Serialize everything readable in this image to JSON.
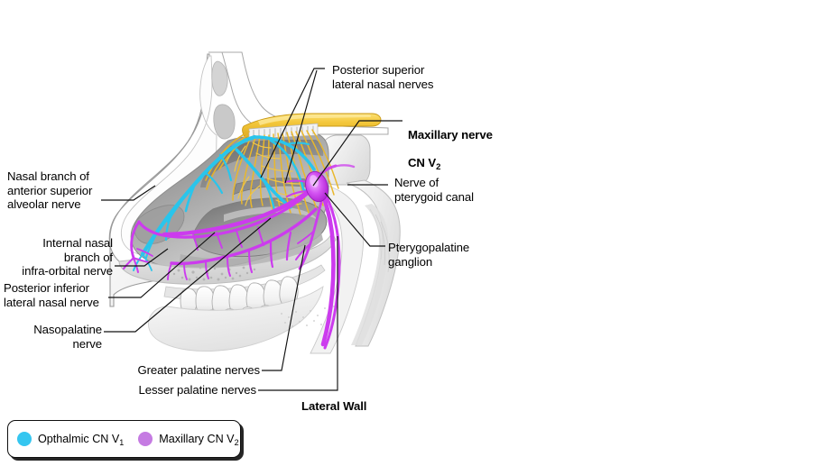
{
  "figure": {
    "title_caption": "Lateral Wall",
    "subject": "nasal-cavity-lateral-wall-innervation"
  },
  "labels": {
    "posterior_superior_lateral_nasal_nerves": "Posterior superior\nlateral nasal nerves",
    "maxillary_nerve": "Maxillary nerve",
    "maxillary_nerve_cn": "CN V",
    "maxillary_nerve_cn_sub": "2",
    "nerve_of_pterygoid_canal": "Nerve of\npterygoid canal",
    "pterygopalatine_ganglion": "Pterygopalatine\nganglion",
    "nasal_branch_of_anterior_superior_alveolar_nerve": "Nasal branch of\nanterior superior\nalveolar nerve",
    "internal_nasal_branch_of_infra_orbital_nerve": "Internal nasal\nbranch of\ninfra-orbital nerve",
    "posterior_inferior_lateral_nasal_nerve": "Posterior inferior\nlateral nasal nerve",
    "nasopalatine_nerve": "Nasopalatine\nnerve",
    "greater_palatine_nerves": "Greater palatine nerves",
    "lesser_palatine_nerves": "Lesser palatine nerves",
    "lateral_wall": "Lateral Wall"
  },
  "legend": {
    "entries": [
      {
        "label_prefix": "Opthalmic CN V",
        "label_sub": "1",
        "color": "#35C6F0",
        "nerve": "ophthalmic"
      },
      {
        "label_prefix": "Maxillary CN V",
        "label_sub": "2",
        "color": "#C57BE2",
        "nerve": "maxillary"
      }
    ]
  },
  "colors": {
    "ophthalmic_cyan": "#29C5EC",
    "maxillary_magenta": "#CC3BEE",
    "olfactory_yellow": "#F2C438",
    "olfactory_yellow_dark": "#D9A520",
    "bone_light": "#FAFAFA",
    "bone_mid": "#D8D8D8",
    "mucosa_gray": "#9A9A9A",
    "mucosa_dark": "#6E6E6E",
    "outline": "#7C7C7C",
    "leader_line": "#111111",
    "background": "#FFFFFF"
  }
}
